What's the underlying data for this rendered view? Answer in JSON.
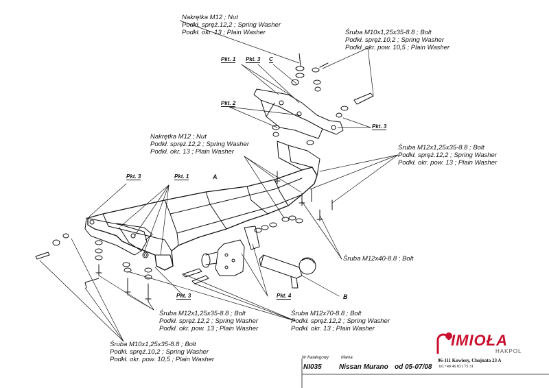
{
  "callouts": {
    "top_nut": [
      "Nakrętka  M12 ; Nut",
      "Podkł. spręż.12,2 ; Spring Washer",
      "Podkł. okr. 13 ; Plain Washer"
    ],
    "top_bolt": [
      "Śruba M10x1,25x35-8.8 ; Bolt",
      "Podkł. spręż.10,2 ; Spring Washer",
      "Podkł. okr. pow. 10,5 ; Plain Washer"
    ],
    "mid_nut": [
      "Nakrętka  M12 ; Nut",
      "Podkł. spręż.12,2 ; Spring Washer",
      "Podkł. okr. 13 ; Plain Washer"
    ],
    "right_bolt": [
      "Śruba M12x1,25x35-8.8 ;  Bolt",
      "Podkł. spręż.12,2 ; Spring Washer",
      "Podkł. okr. pow. 13 ; Plain Washer"
    ],
    "m12x40": [
      "Śruba M12x40-8.8 ;  Bolt"
    ],
    "bottom_mid_bolt": [
      "Śruba M12x1,25x35-8.8 ;  Bolt",
      "Podkł. spręż.12,2 ; Spring Washer",
      "Podkł. okr. pow. 13 ; Plain Washer"
    ],
    "m12x70": [
      "Śruba M12x70-8.8 ;  Bolt",
      "Podkł. spręż.12,2 ; Spring Washer",
      "Podkł. okr. 13 ; Plain Washer"
    ],
    "bottom_left_bolt": [
      "Śruba M10x1,25x35-8.8 ;  Bolt",
      "Podkł. spręż.10,2 ; Spring Washer",
      "Podkł. okr. pow. 10,5 ; Plain Washer"
    ]
  },
  "points": {
    "pkt1_top": "Pkt. 1",
    "pkt3_top": "Pkt. 3",
    "c_top": "C",
    "pkt2": "Pkt. 2",
    "pkt3_right": "Pkt. 3",
    "pkt3_left": "Pkt. 3",
    "pkt1_left": "Pkt. 1",
    "pkt3_bottom": "Pkt. 3",
    "pkt4": "Pkt. 4"
  },
  "refs": {
    "a": "A",
    "b": "B"
  },
  "title_block": {
    "catalog_label": "Nr Katalogowy",
    "brand_label": "Marka",
    "catalog_no": "NI035",
    "model": "Nissan Murano",
    "date": "od 05-07/08"
  },
  "logo": {
    "name": "IMIOŁA",
    "sub": "HAKPOL",
    "address": "96-111 Kowiesy, Chojnata 23 A",
    "phone": "tel.+48 46 831 75 31",
    "color": "#c8102e"
  }
}
